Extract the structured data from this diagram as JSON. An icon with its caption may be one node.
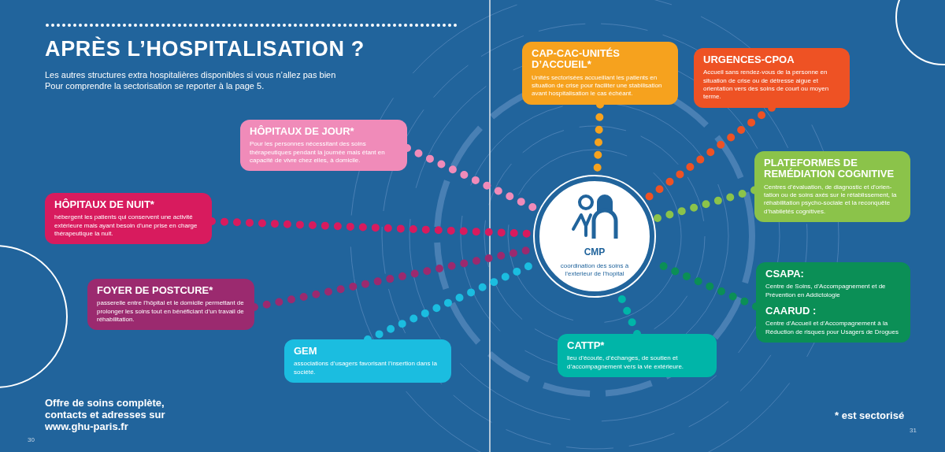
{
  "diagram": {
    "title": "APRÈS L’HOSPITALISATION ?",
    "nodes": [
      {
        "text": [
          "CMP",
          "coordination des soins à l’exterieur de l’hopital"
        ]
      },
      {
        "text": [
          "HÔPITAUX DE JOUR*",
          "Pour les personnes nécessitant des soins thérapeutiques pendant la journée mais étant en capacité de vivre chez elles, à domicile."
        ]
      },
      {
        "text": [
          "HÔPITAUX DE NUIT*",
          "hébergent les patients qui conservent une activité extérieure mais ayant besoin d’une prise en charge thérapeutique la nuit."
        ]
      },
      {
        "text": [
          "FOYER DE POSTCURE*",
          "passerelle entre l’hôpital et le domicile permettant de prolonger les soins tout en bénéficiant d’un travail de réhabilitation."
        ]
      },
      {
        "text": [
          "GEM",
          "associations d’usagers favorisant l’insertion dans la société."
        ]
      },
      {
        "text": [
          "CAP-CAC-UNITÉS D’ACCUEIL*",
          "Unités sectorisées accueillant les patients en situation de crise pour faciliter une stabilisation avant hospitalisation le cas échéant."
        ]
      },
      {
        "text": [
          "URGENCES-CPOA",
          "Accueil sans rendez-vous de la personne en situation de crise ou de détresse aigue et orientation vers des soins de court ou moyen terme."
        ]
      },
      {
        "text": [
          "PLATEFORMES DE REMÉDIATION COGNITIVE",
          "Centres d’évaluation, de diagnostic et d’orien- tation ou de soins axés sur le rétablissement, la réhabilitation psycho-sociale et la reconquête d’habiletés cognitives."
        ]
      },
      {
        "text": [
          "CSAPA:",
          "Centre de Soins, d’Accompagnement et de Prévention en Addictologie",
          "CAARUD :",
          "Centre d’Accueil et d’Accompagnement à la Réduction de risques pour Usagers de Drogues"
        ]
      },
      {
        "text": [
          "CATTP*",
          "lieu d’écoute, d’échanges, de soutien et d’accompagnement vers la vie extérieure."
        ]
      }
    ],
    "edges": [
      {
        "from": 1,
        "to": 0,
        "arrow": "none",
        "color": "#f08bb9"
      },
      {
        "from": 2,
        "to": 0,
        "arrow": "none",
        "color": "#d81b5e"
      },
      {
        "from": 3,
        "to": 0,
        "arrow": "none",
        "color": "#9b2a6f"
      },
      {
        "from": 4,
        "to": 0,
        "arrow": "none",
        "color": "#1bbde0"
      },
      {
        "from": 5,
        "to": 0,
        "arrow": "none",
        "color": "#f6a21e"
      },
      {
        "from": 6,
        "to": 0,
        "arrow": "none",
        "color": "#ee5224"
      },
      {
        "from": 7,
        "to": 0,
        "arrow": "none",
        "color": "#8bc34a"
      },
      {
        "from": 8,
        "to": 0,
        "arrow": "none",
        "color": "#0b8f56"
      },
      {
        "from": 9,
        "to": 0,
        "arrow": "none",
        "color": "#00b5a8"
      }
    ],
    "labels": [
      "Les autres structures extra hospitalières disponibles si vous n’allez pas bien",
      "Pour comprendre la sectorisation se reporter à la page 5.",
      "Offre de soins complète, contacts et adresses sur www.ghu-paris.fr",
      "* est sectorisé",
      "30",
      "31"
    ]
  }
}
